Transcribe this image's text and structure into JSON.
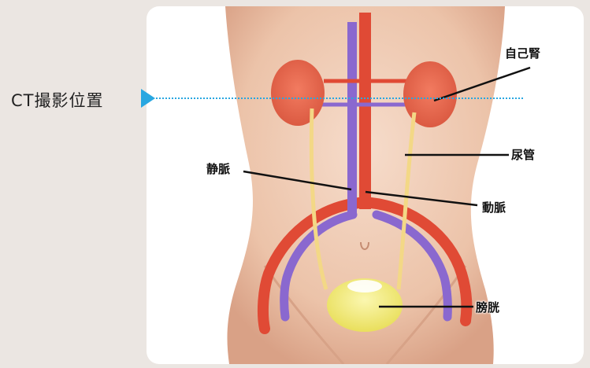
{
  "ct_position": {
    "label": "CT撮影位置",
    "line_color": "#29a7e1"
  },
  "organs": {
    "kidney": "自己腎",
    "ureter": "尿管",
    "vein": "静脈",
    "artery": "動脈",
    "bladder": "膀胱"
  },
  "colors": {
    "artery": "#e8483a",
    "vein": "#8a68cf",
    "ureter": "#f3d886",
    "kidney": "#e8674e",
    "bladder": "#f0ec7e",
    "skin": "#efc7b0"
  }
}
